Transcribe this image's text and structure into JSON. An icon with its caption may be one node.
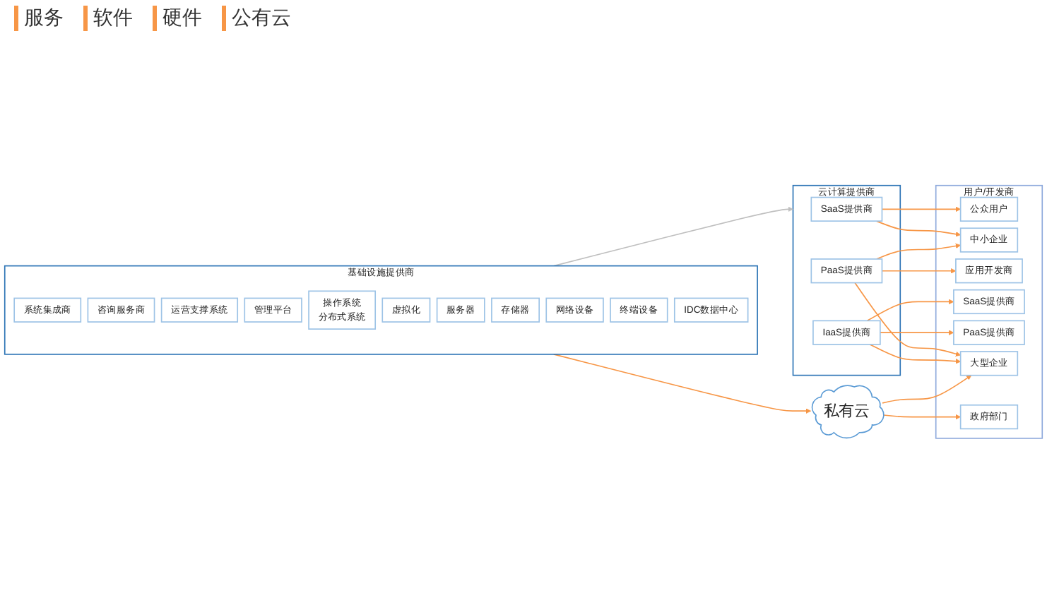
{
  "diagram": {
    "nodes": [
      {
        "text": [
          "基础设施提供商"
        ]
      },
      {
        "text": [
          "系统集成商"
        ],
        "in": 0
      },
      {
        "text": [
          "咨询服务商"
        ],
        "in": 0
      },
      {
        "text": [
          "运营支撑系统"
        ],
        "in": 0
      },
      {
        "text": [
          "管理平台"
        ],
        "in": 0
      },
      {
        "text": [
          "操作系统",
          "分布式系统"
        ],
        "in": 0
      },
      {
        "text": [
          "虚拟化"
        ],
        "in": 0
      },
      {
        "text": [
          "服务器"
        ],
        "in": 0
      },
      {
        "text": [
          "存储器"
        ],
        "in": 0
      },
      {
        "text": [
          "网络设备"
        ],
        "in": 0
      },
      {
        "text": [
          "终端设备"
        ],
        "in": 0
      },
      {
        "text": [
          "IDC数据中心"
        ],
        "in": 0
      },
      {
        "text": [
          "云计算提供商"
        ]
      },
      {
        "text": [
          "SaaS提供商"
        ],
        "in": 12
      },
      {
        "text": [
          "PaaS提供商"
        ],
        "in": 12
      },
      {
        "text": [
          "IaaS提供商"
        ],
        "in": 12
      },
      {
        "text": [
          "私有云"
        ]
      },
      {
        "text": [
          "用户/开发商"
        ]
      },
      {
        "text": [
          "公众用户"
        ],
        "in": 17
      },
      {
        "text": [
          "中小企业"
        ],
        "in": 17
      },
      {
        "text": [
          "应用开发商"
        ],
        "in": 17
      },
      {
        "text": [
          "SaaS提供商"
        ],
        "in": 17
      },
      {
        "text": [
          "PaaS提供商"
        ],
        "in": 17
      },
      {
        "text": [
          "大型企业"
        ],
        "in": 17
      },
      {
        "text": [
          "政府部门"
        ],
        "in": 17
      }
    ],
    "edges": [
      {
        "from": 0,
        "to": 12,
        "arrow": "to",
        "color": "#bfbfbf"
      },
      {
        "from": 0,
        "to": 16,
        "arrow": "to"
      },
      {
        "from": 13,
        "to": 18,
        "arrow": "to"
      },
      {
        "from": 13,
        "to": 19,
        "arrow": "to"
      },
      {
        "from": 14,
        "to": 19,
        "arrow": "to"
      },
      {
        "from": 14,
        "to": 20,
        "arrow": "to"
      },
      {
        "from": 14,
        "to": 23,
        "arrow": "to"
      },
      {
        "from": 15,
        "to": 21,
        "arrow": "to"
      },
      {
        "from": 15,
        "to": 22,
        "arrow": "to"
      },
      {
        "from": 15,
        "to": 23,
        "arrow": "to"
      },
      {
        "from": 16,
        "to": 23,
        "arrow": "to"
      },
      {
        "from": 16,
        "to": 24,
        "arrow": "to"
      }
    ],
    "labels": [
      "服务",
      "软件",
      "硬件",
      "公有云"
    ]
  }
}
